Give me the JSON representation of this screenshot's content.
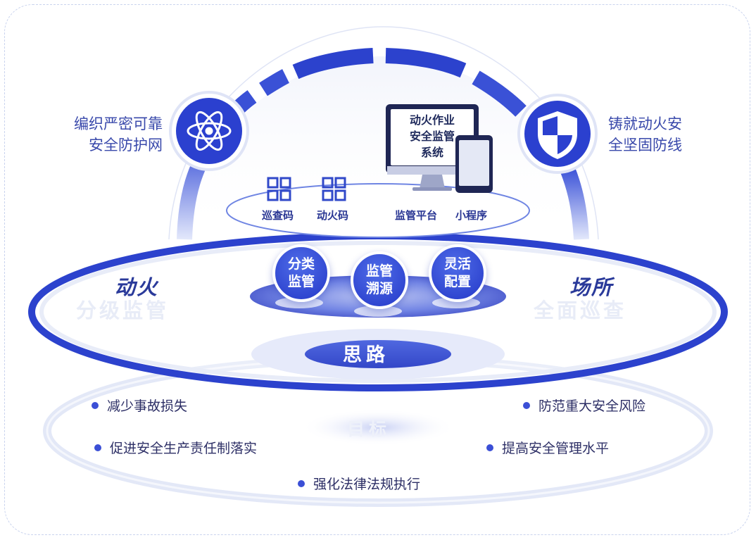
{
  "side": {
    "left": {
      "line1": "编织严密可靠",
      "line2": "安全防护网"
    },
    "right": {
      "line1": "铸就动火安",
      "line2": "全坚固防线"
    }
  },
  "system": {
    "line1": "动火作业",
    "line2": "安全监管",
    "line3": "系统"
  },
  "platform": {
    "items": [
      "巡查码",
      "动火码",
      "监管平台",
      "小程序"
    ]
  },
  "pillars": [
    {
      "line1": "分类",
      "line2": "监管"
    },
    {
      "line1": "监管",
      "line2": "溯源"
    },
    {
      "line1": "灵活",
      "line2": "配置"
    }
  ],
  "left_title": {
    "main": "动火",
    "ghost": "分级监管"
  },
  "right_title": {
    "main": "场所",
    "ghost": "全面巡查"
  },
  "center": {
    "word": "思路",
    "ghost": "目标"
  },
  "goals": [
    "减少事故损失",
    "防范重大安全风险",
    "促进安全生产责任制落实",
    "提高安全管理水平",
    "强化法律法规执行"
  ],
  "icons": {
    "left": "atom-icon",
    "right": "shield-icon",
    "qr1": "qr-code-icon",
    "qr2": "qr-code-icon",
    "monitor": "monitor-icon",
    "phone": "phone-icon"
  },
  "colors": {
    "primary": "#2b3fd0",
    "light": "#c7cfef",
    "text": "#2d2f66"
  }
}
